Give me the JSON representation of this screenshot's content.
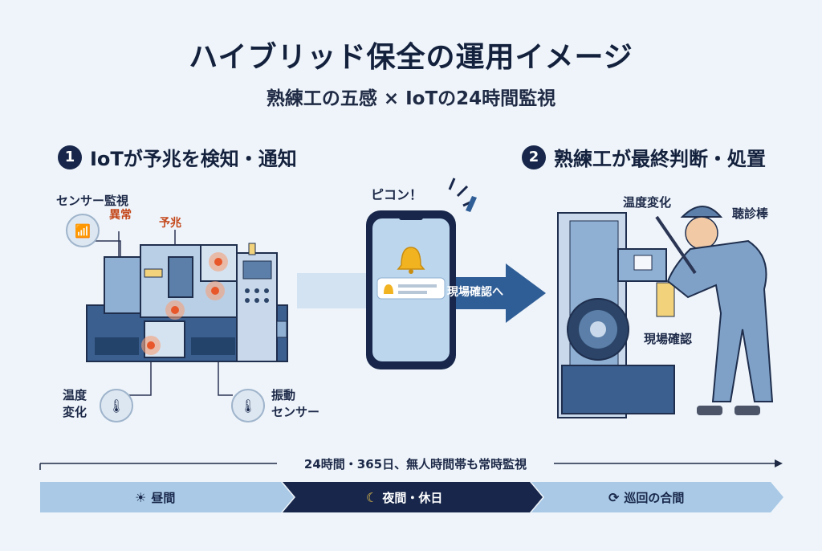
{
  "title": "ハイブリッド保全の運用イメージ",
  "subtitle": "熟練工の五感 × IoTの24時間監視",
  "step1": {
    "number": "1",
    "label": "IoTが予兆を検知・通知"
  },
  "step2": {
    "number": "2",
    "label": "熟練工が最終判断・処置"
  },
  "machine": {
    "sensor_monitor": "センサー監視",
    "anomaly": "異常",
    "sign": "予兆",
    "temp_change_1": "温度",
    "temp_change_2": "変化",
    "vibration_1": "振動",
    "vibration_2": "センサー"
  },
  "phone": {
    "sound": "ピコン！",
    "arrow_label": "現場確認へ"
  },
  "worker": {
    "temp_change": "温度変化",
    "stethoscope": "聴診棒",
    "field_check": "現場確認"
  },
  "timeline": {
    "caption": "24時間・365日、無人時間帯も常時監視"
  },
  "bands": [
    {
      "label": "昼間",
      "icon": "sun-icon"
    },
    {
      "label": "夜間・休日",
      "icon": "moon-icon"
    },
    {
      "label": "巡回の合間",
      "icon": "refresh-icon"
    }
  ],
  "colors": {
    "navy": "#17264a",
    "light_blue": "#a9c9e6",
    "alert": "#e8572a",
    "bell": "#f2b321"
  }
}
